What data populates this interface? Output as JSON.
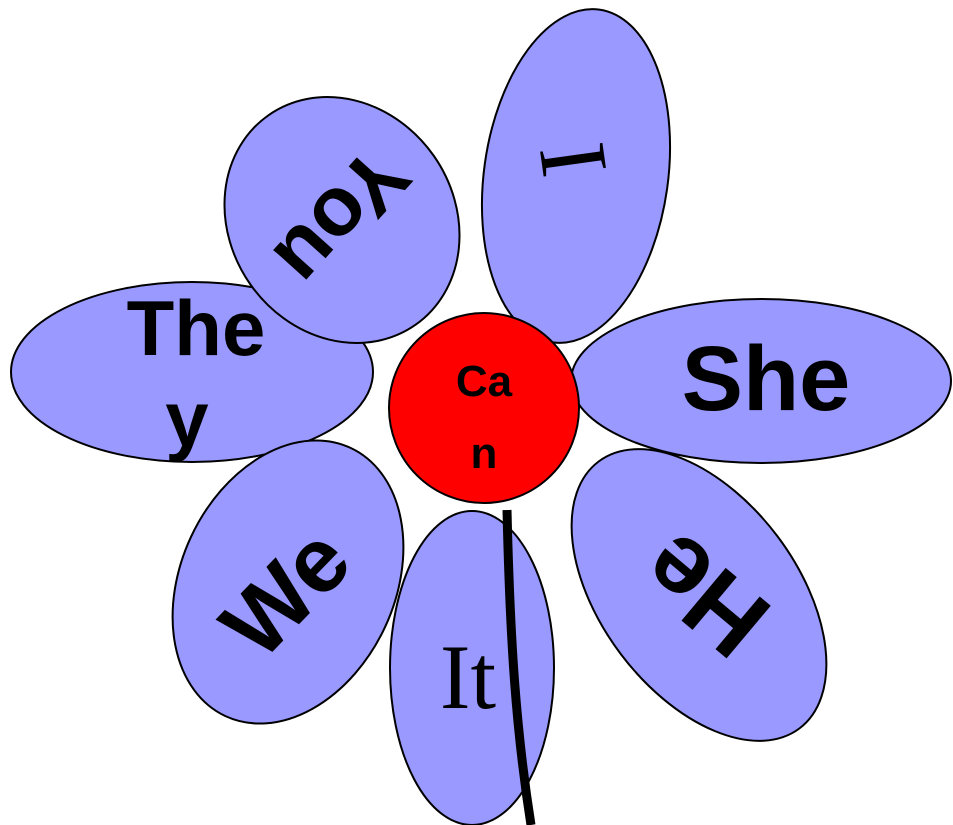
{
  "petals": {
    "i": "I",
    "you": "You",
    "they_line1": "The",
    "they_line2": "y",
    "she": "She",
    "he": "He",
    "it": "It",
    "we": "We"
  },
  "center": {
    "line1": "Ca",
    "line2": "n"
  },
  "colors": {
    "petal": "#9999ff",
    "center": "#ff0000",
    "stem": "#000000"
  }
}
